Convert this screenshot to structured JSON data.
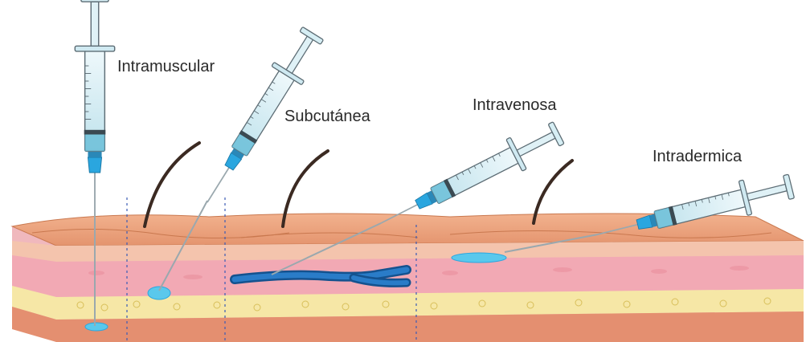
{
  "labels": {
    "intramuscular": "Intramuscular",
    "subcutanea": "Subcutánea",
    "intravenosa": "Intravenosa",
    "intradermica": "Intradermica"
  },
  "colors": {
    "background": "#ffffff",
    "skin_top": "#e9a47c",
    "epidermis": "#f4bfa6",
    "dermis": "#f0b8bd",
    "fat": "#f6e7a6",
    "muscle": "#e48f70",
    "vein": "#1e66b5",
    "fluid": "#5ac8ec",
    "syringe_barrel": "#d6eef4",
    "syringe_outline": "#5c6c74",
    "needle_cap": "#2aa6df",
    "hair": "#3b2a22",
    "guide_line": "#3a5bb5"
  },
  "icons": [
    "syringe-icon",
    "hair-icon",
    "vein-icon",
    "fluid-drop-icon"
  ]
}
